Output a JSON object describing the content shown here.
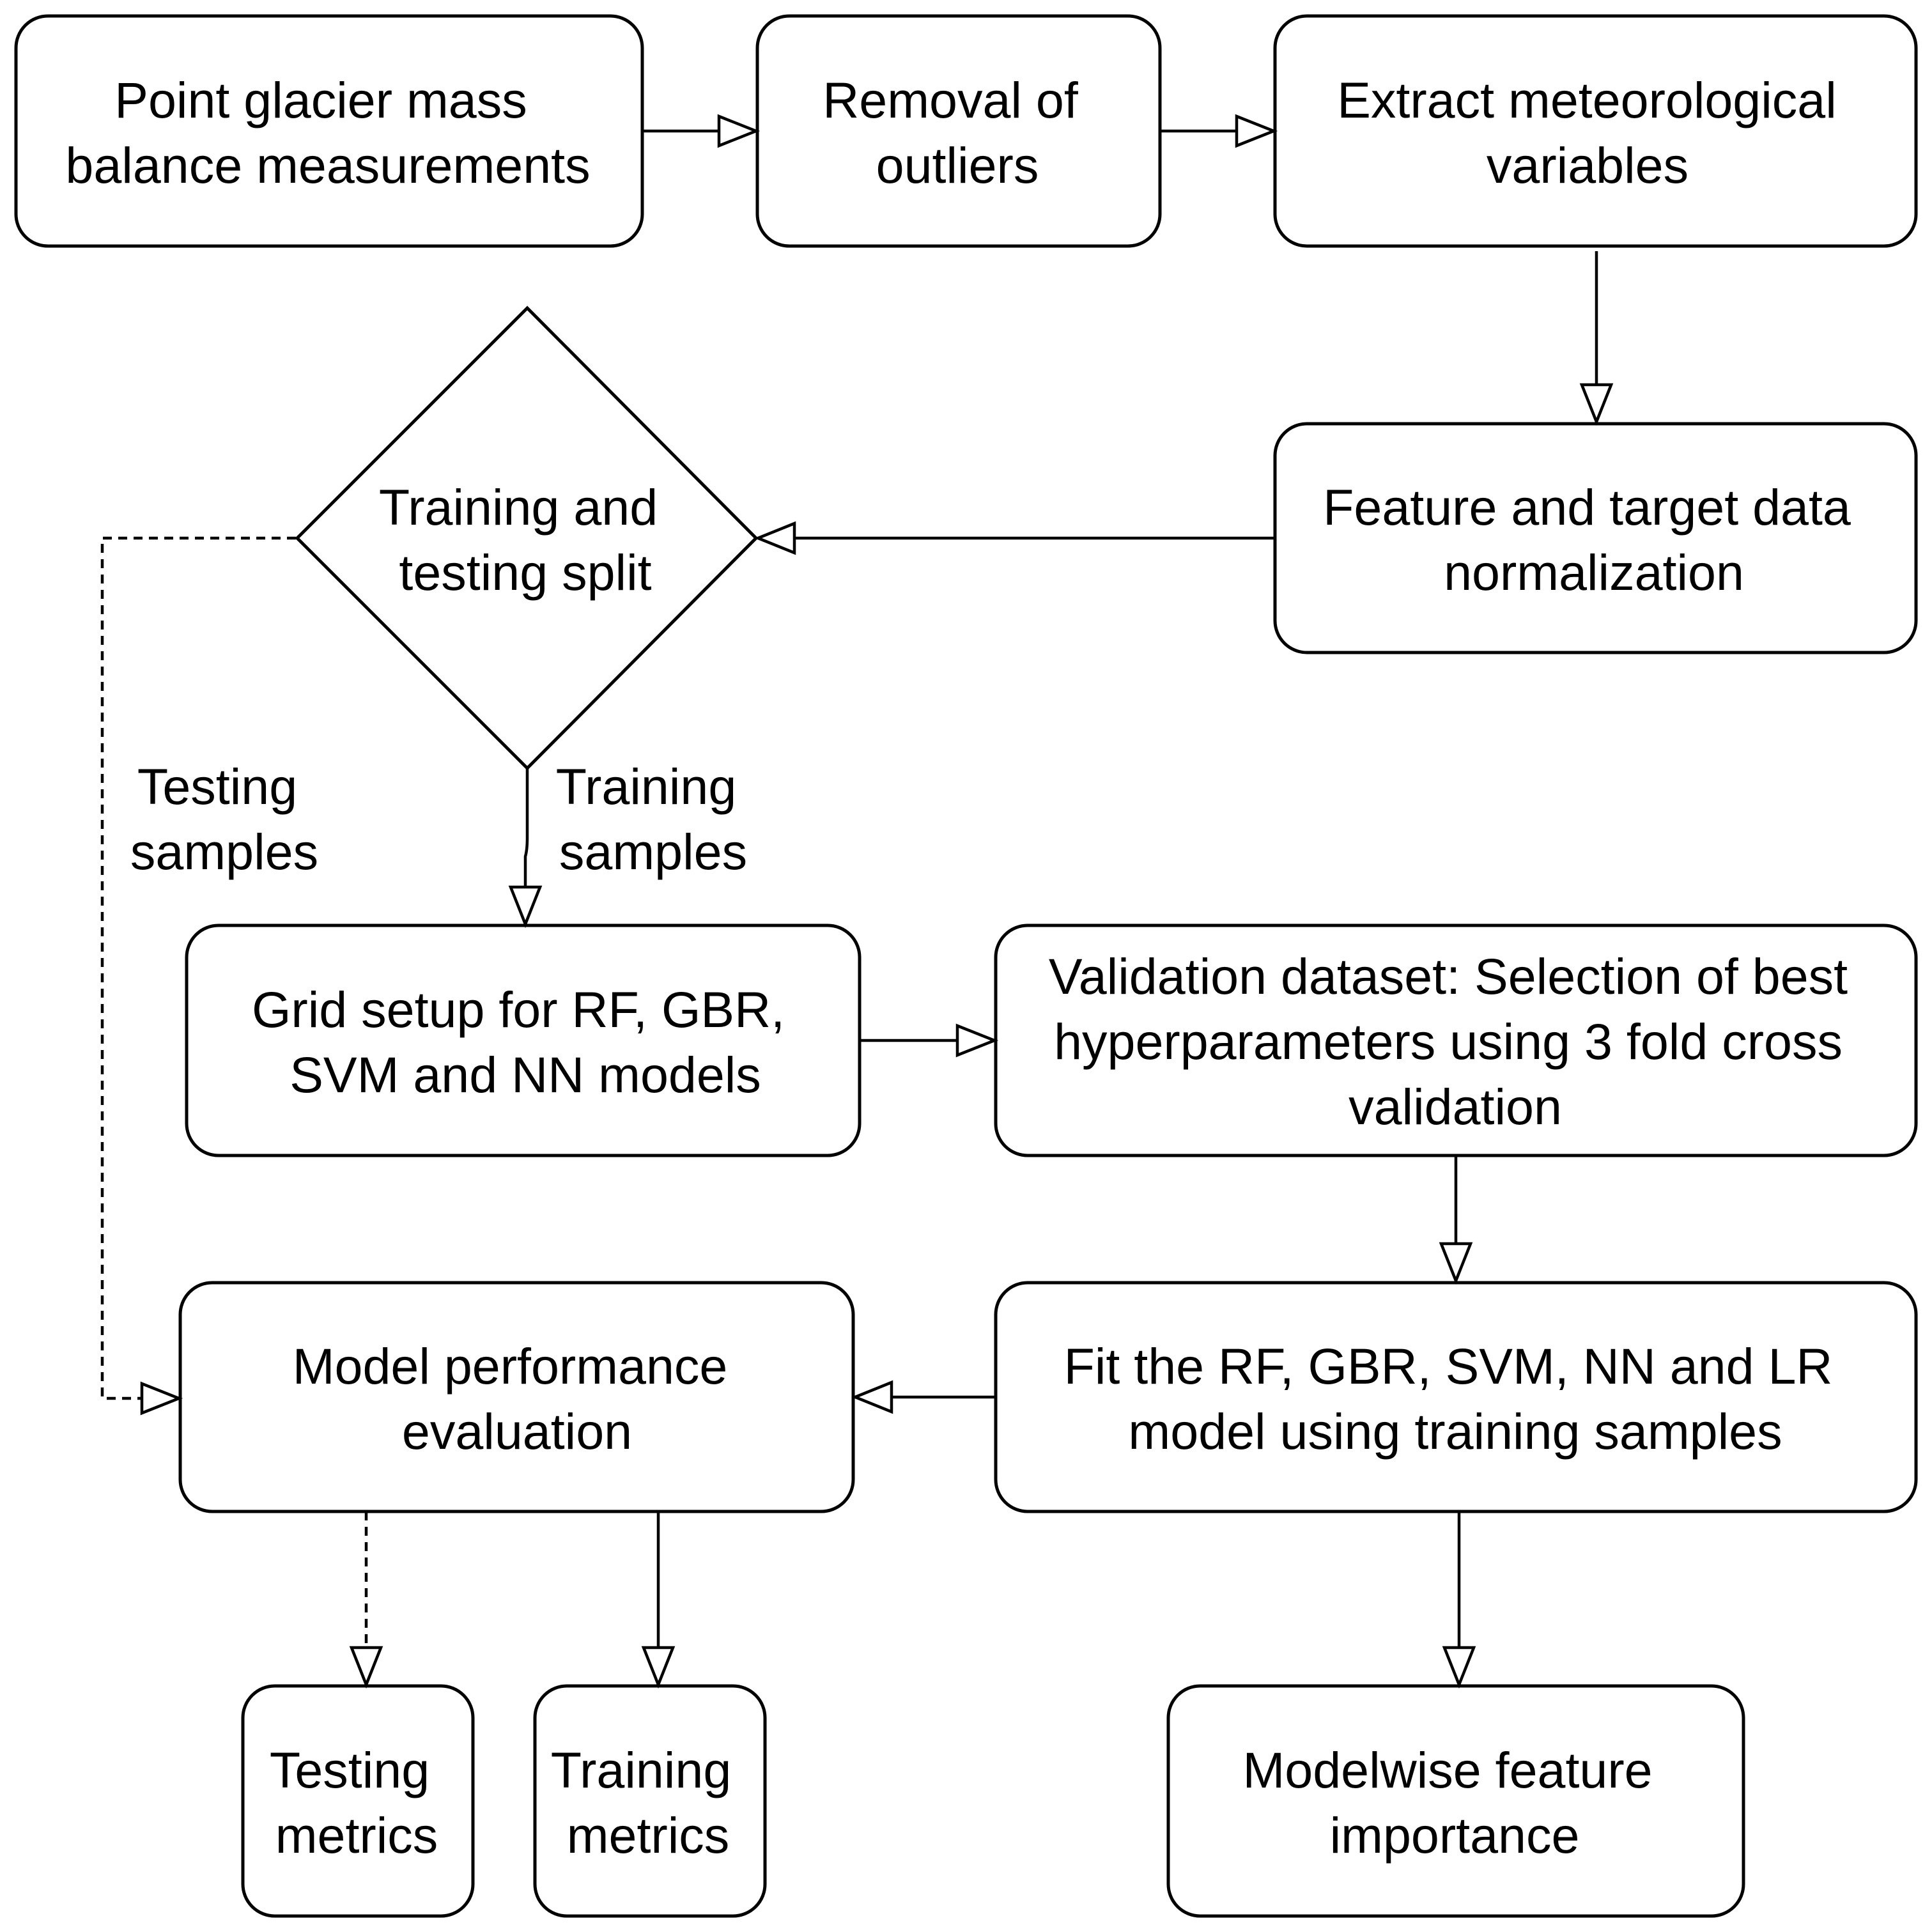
{
  "nodes": {
    "point_glacier": [
      "Point glacier mass",
      "balance measurements"
    ],
    "removal_outliers": [
      "Removal of",
      "outliers"
    ],
    "extract_met": [
      "Extract meteorological",
      "variables"
    ],
    "normalization": [
      "Feature and target data",
      "normalization"
    ],
    "split": [
      "Training and",
      "testing split"
    ],
    "grid_setup": [
      "Grid setup for RF, GBR,",
      "SVM and NN models"
    ],
    "validation": [
      "Validation dataset: Selection of best",
      "hyperparameters using 3 fold cross",
      "validation"
    ],
    "fit_models": [
      "Fit the RF, GBR, SVM, NN and LR",
      "model using training samples"
    ],
    "performance": [
      "Model performance",
      "evaluation"
    ],
    "testing_metrics": [
      "Testing",
      "metrics"
    ],
    "training_metrics": [
      "Training",
      "metrics"
    ],
    "feature_importance": [
      "Modelwise feature",
      "importance"
    ]
  },
  "edge_labels": {
    "testing_samples": [
      "Testing",
      "samples"
    ],
    "training_samples": [
      "Training",
      "samples"
    ]
  }
}
